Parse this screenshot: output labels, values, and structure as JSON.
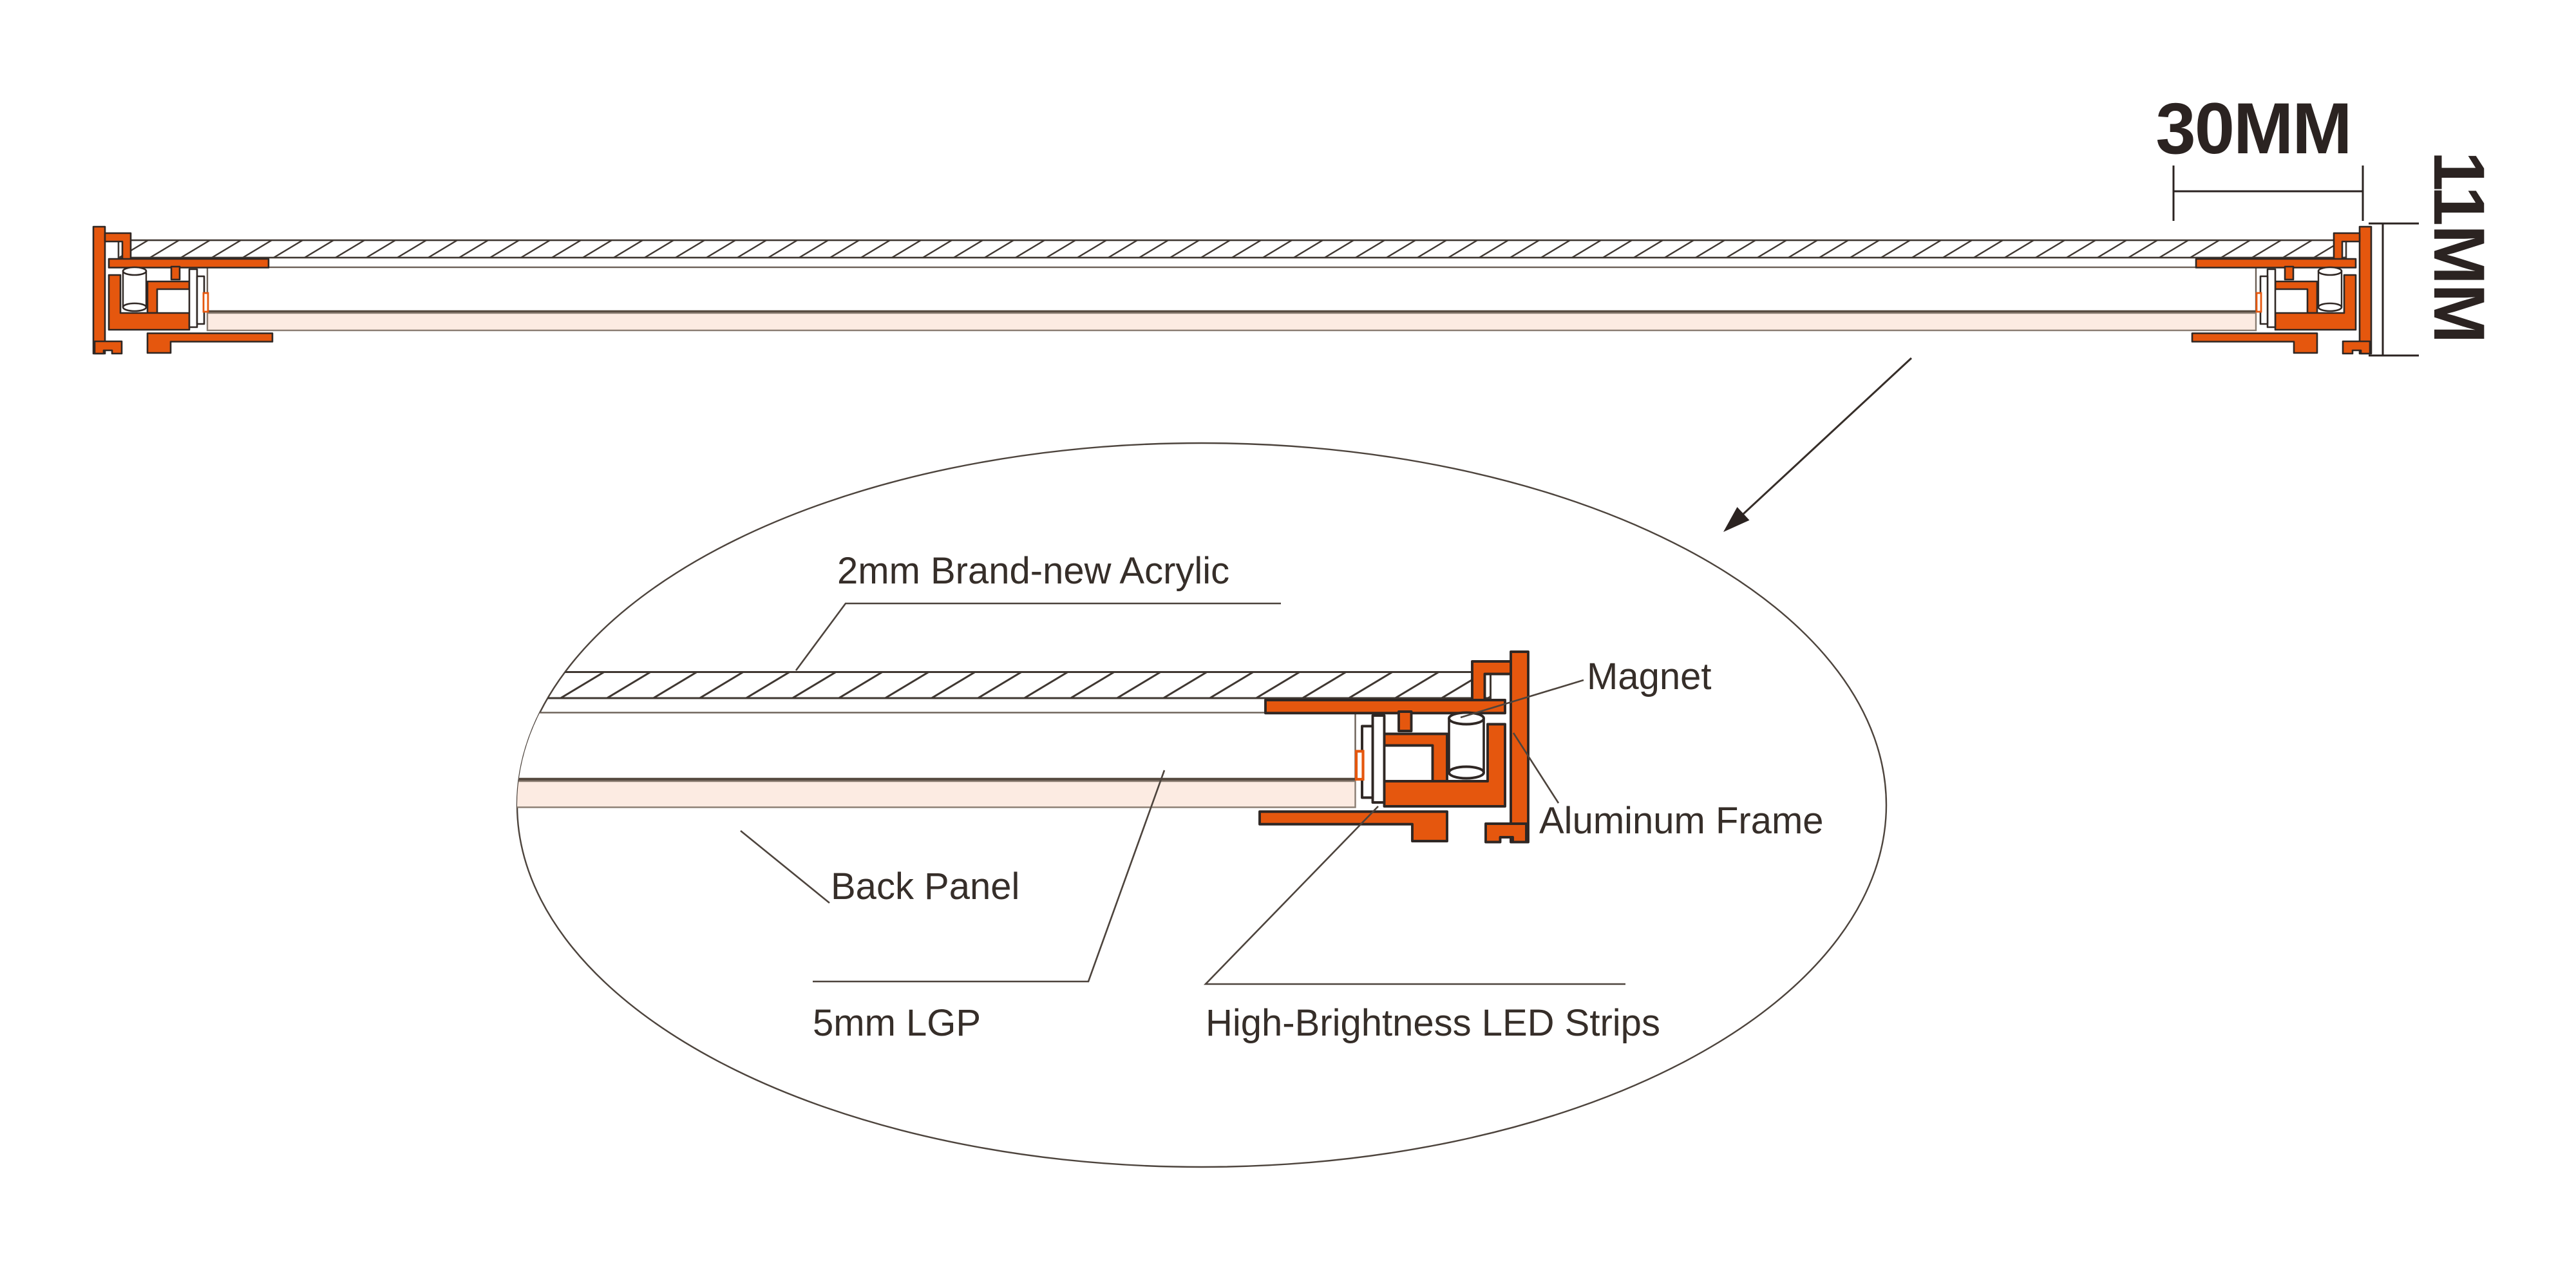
{
  "diagram": {
    "title_hint": "LED light box aluminum frame cross-section",
    "labels": {
      "acrylic": "2mm Brand-new Acrylic",
      "magnet": "Magnet",
      "aluminum_frame": "Aluminum Frame",
      "back_panel": "Back Panel",
      "lgp": "5mm LGP",
      "led_strips": "High-Brightness LED Strips"
    },
    "dimensions": {
      "frame_width": "30MM",
      "frame_thickness": "11MM"
    },
    "colors": {
      "frame_orange": "#e5570e",
      "outline_dark": "#2f2724",
      "back_panel_pink": "#fcebe2",
      "line": "#4d443d",
      "text": "#362e29",
      "dim_text": "#2b2321",
      "hatch_line": "#3f3731",
      "layer_line": "#6b6057",
      "layer_line_heavy": "#55493f",
      "panel_border": "#8a7d72"
    }
  }
}
